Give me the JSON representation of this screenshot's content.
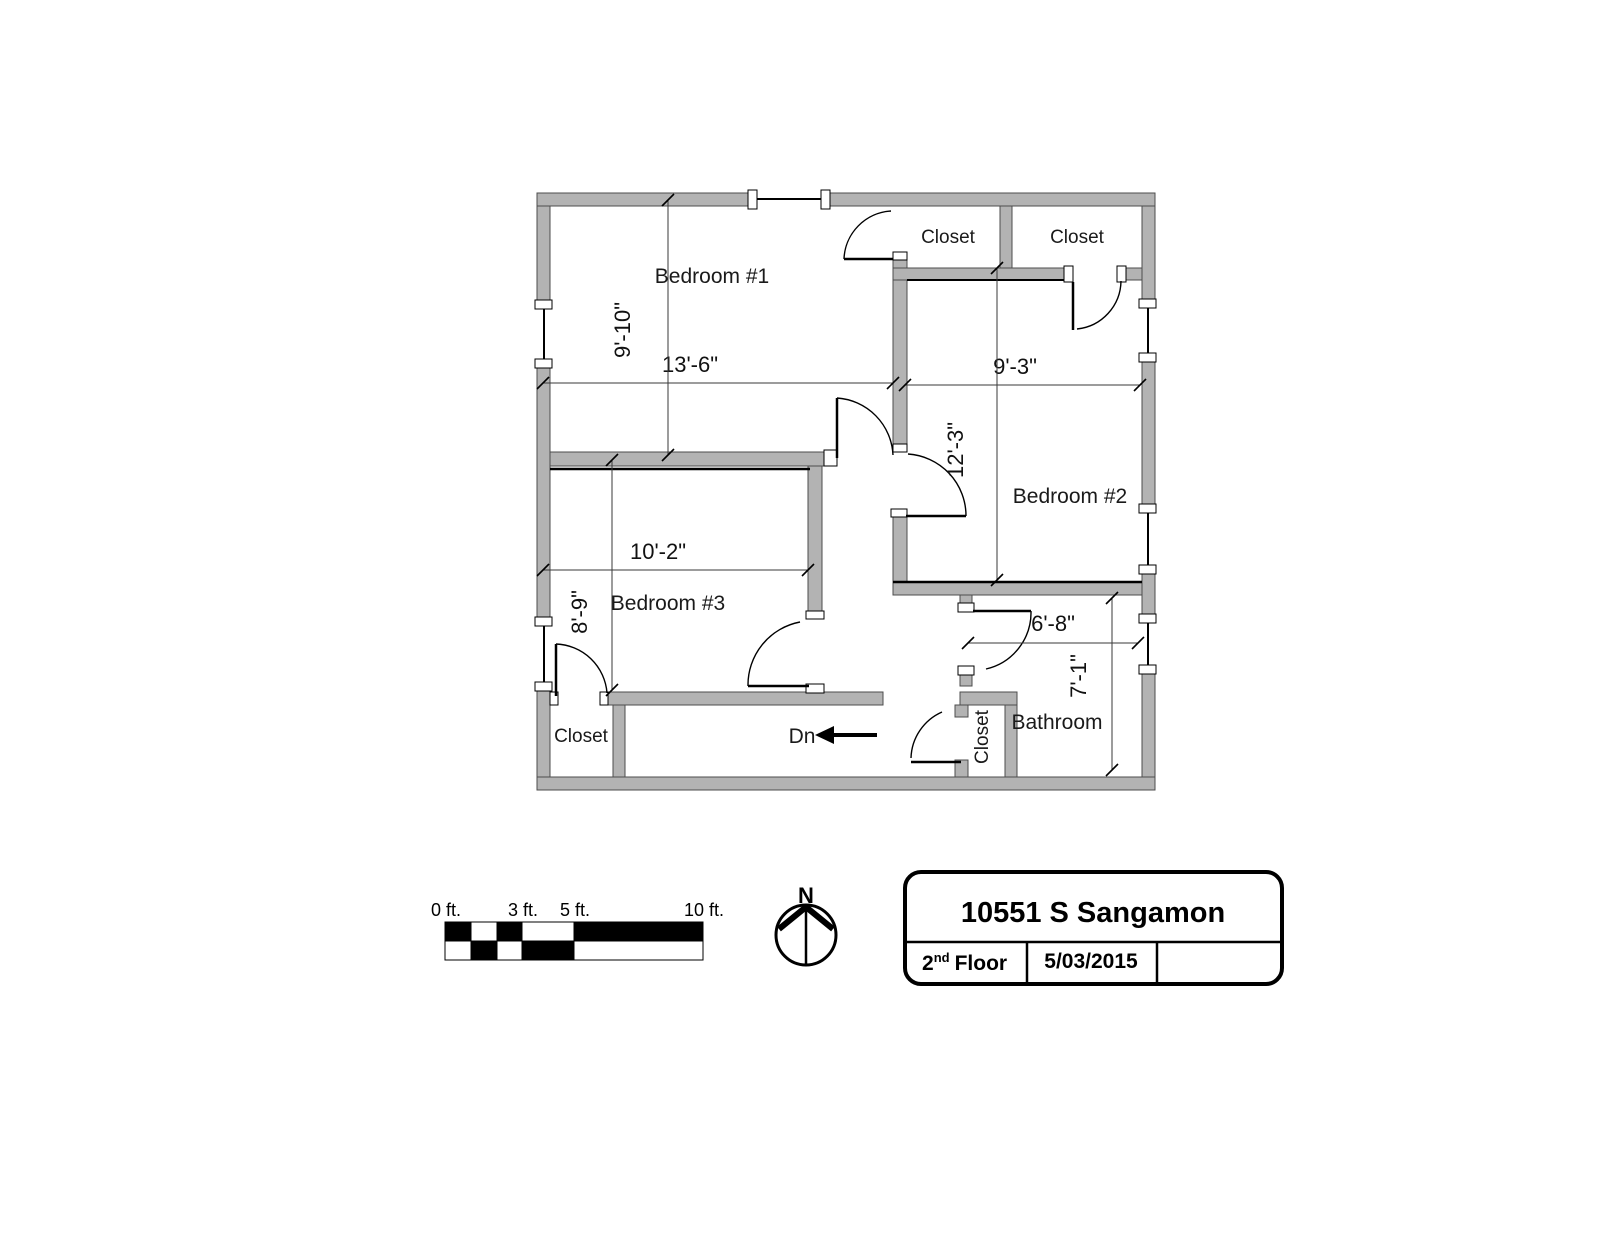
{
  "colors": {
    "wall_fill": "#b3b3b3",
    "wall_edge": "#4d4d4d",
    "line": "#000000",
    "background": "#ffffff"
  },
  "plan": {
    "rooms": {
      "bedroom1": {
        "label": "Bedroom #1",
        "width": "13'-6\"",
        "height": "9'-10\""
      },
      "bedroom2": {
        "label": "Bedroom #2",
        "width": "9'-3\"",
        "height": "12'-3\""
      },
      "bedroom3": {
        "label": "Bedroom #3",
        "width": "10'-2\"",
        "height": "8'-9\""
      },
      "bathroom": {
        "label": "Bathroom",
        "width": "6'-8\"",
        "height": "7'-1\""
      }
    },
    "closets": {
      "bedroom1_closet": "Closet",
      "bedroom2_closet": "Closet",
      "bedroom3_closet": "Closet",
      "bathroom_closet": "Closet"
    },
    "stairs": {
      "label": "Dn"
    }
  },
  "scale_bar": {
    "tick_labels": [
      "0 ft.",
      "3 ft.",
      "5 ft.",
      "10 ft."
    ]
  },
  "compass": {
    "north_label": "N"
  },
  "title_block": {
    "address": "10551 S Sangamon",
    "floor_prefix": "2",
    "floor_ordinal": "nd",
    "floor_word": "Floor",
    "date": "5/03/2015"
  }
}
